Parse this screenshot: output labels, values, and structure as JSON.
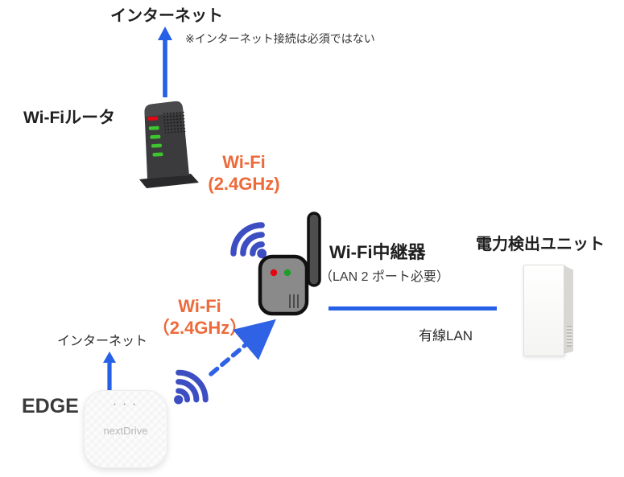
{
  "diagram": {
    "top": {
      "internet_label": "インターネット",
      "note": "※インターネット接続は必須ではない"
    },
    "router": {
      "label": "Wi-Fiルータ"
    },
    "wifi_link_top": {
      "line1": "Wi-Fi",
      "line2": "(2.4GHz)"
    },
    "repeater": {
      "title": "Wi-Fi中継器",
      "subtitle": "（LAN 2 ポート必要）"
    },
    "power_unit": {
      "label": "電力検出ユニット"
    },
    "wired_lan": {
      "label": "有線LAN"
    },
    "wifi_link_bottom": {
      "line1": "Wi-Fi",
      "line2": "（2.4GHz）"
    },
    "edge": {
      "label": "EDGE",
      "internet_label": "インターネット",
      "brand": "nextDrive",
      "dots": "・・・"
    },
    "colors": {
      "arrow_blue": "#2660e6",
      "wifi_fan_blue": "#3d4ec2",
      "accent_orange": "#ed6a3b",
      "router_body": "#3b3b3d",
      "led_red": "#e30613",
      "led_green": "#3ec42e",
      "repeater_gray": "#8a8a8a"
    }
  }
}
